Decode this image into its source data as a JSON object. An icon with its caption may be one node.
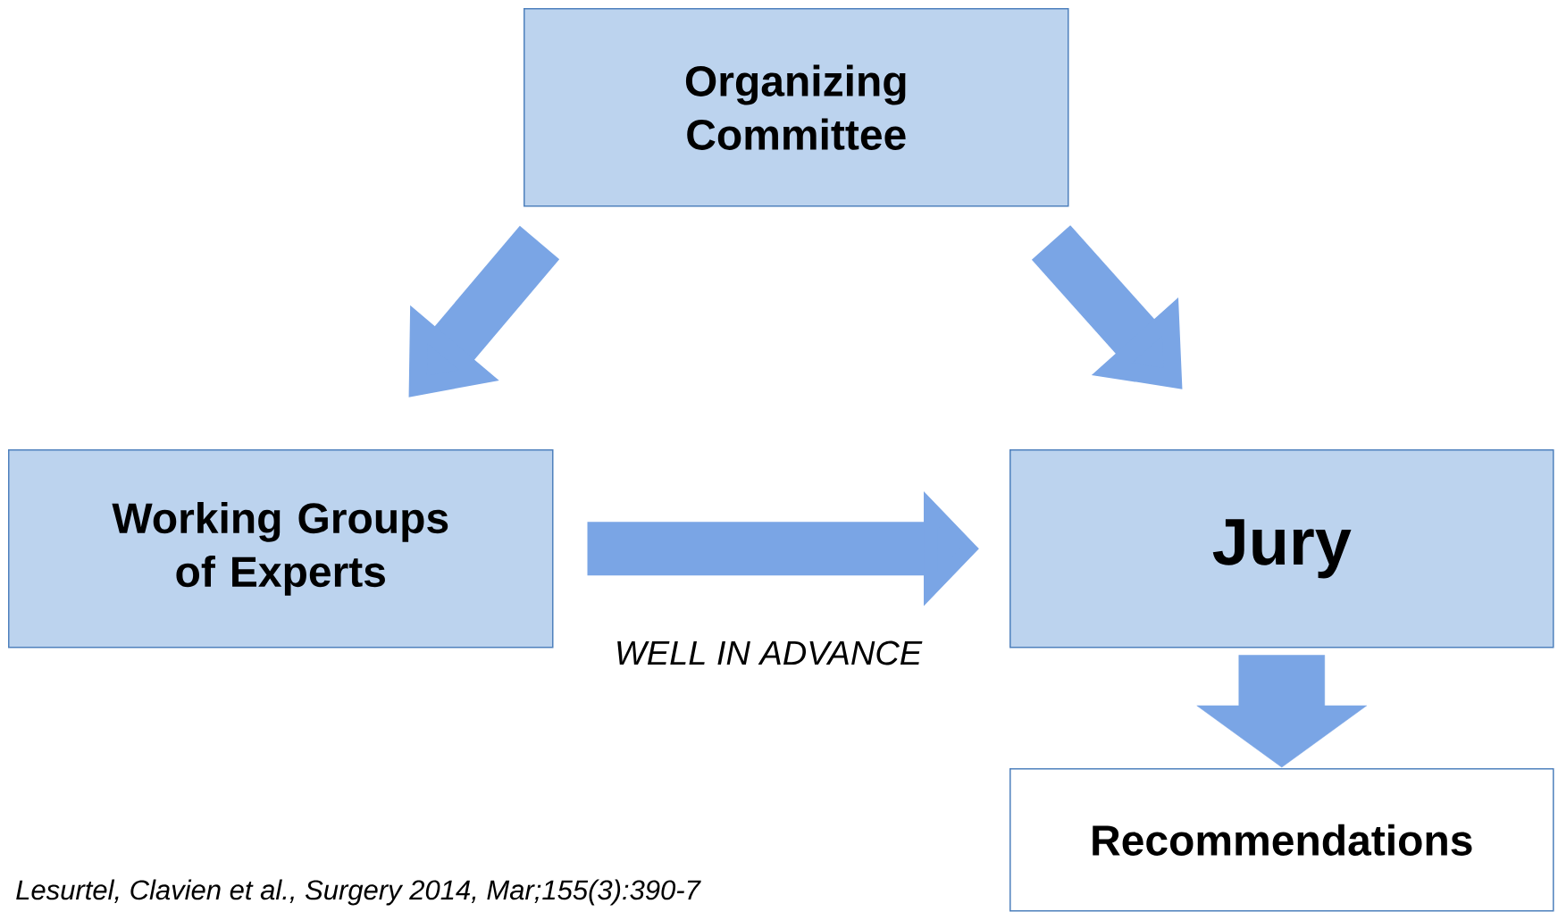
{
  "diagram": {
    "nodes": [
      {
        "text": [
          "Organizing Committee"
        ]
      },
      {
        "text": [
          "Working Groups of Experts"
        ]
      },
      {
        "text": [
          "Jury"
        ]
      },
      {
        "text": [
          "Recommendations"
        ]
      }
    ],
    "edges": [
      {
        "from": 0,
        "to": 1,
        "arrow": "to"
      },
      {
        "from": 0,
        "to": 2,
        "arrow": "to"
      },
      {
        "from": 1,
        "to": 2,
        "arrow": "to",
        "label": "WELL IN ADVANCE"
      },
      {
        "from": 2,
        "to": 3,
        "arrow": "to"
      }
    ],
    "labels": [
      "Lesurtel, Clavien  et al., Surgery 2014, Mar;155(3):390-7"
    ]
  }
}
